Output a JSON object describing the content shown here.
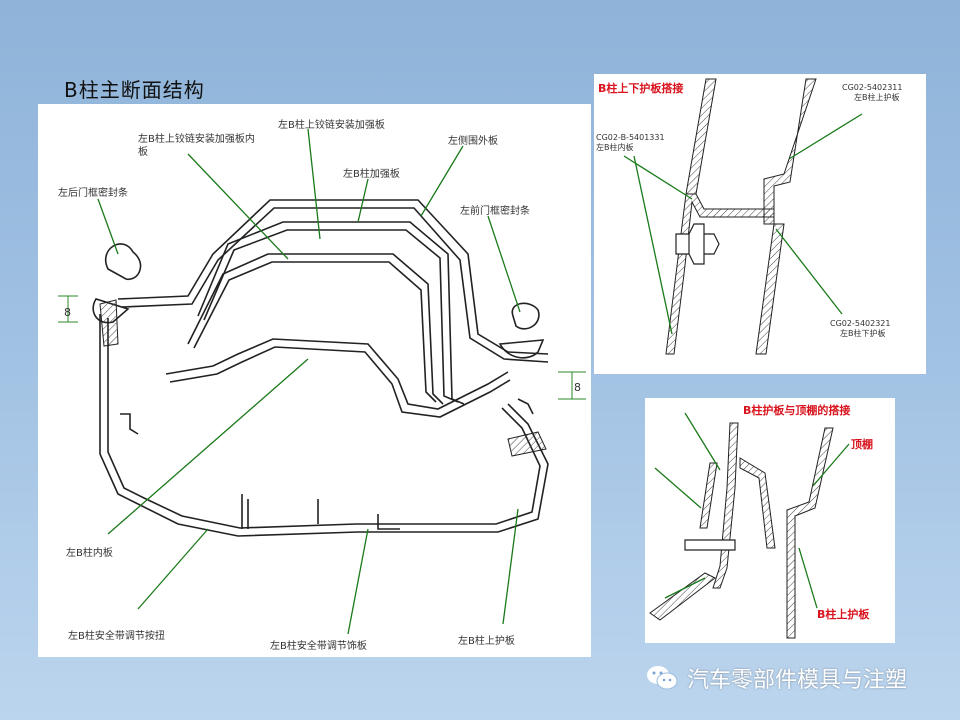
{
  "title": "B柱主断面结构",
  "main_labels": {
    "reinf_hinge_inner": "左B柱上铰链安装加强板内",
    "reinf_hinge_inner2": "板",
    "reinf_hinge": "左B柱上铰链安装加强板",
    "side_outer": "左侧围外板",
    "b_reinf": "左B柱加强板",
    "rear_seal": "左后门框密封条",
    "front_seal": "左前门框密封条",
    "b_inner": "左B柱内板",
    "belt_knob": "左B柱安全带调节按扭",
    "belt_trim": "左B柱安全带调节饰板",
    "b_upper_trim": "左B柱上护板",
    "dim_left": "8",
    "dim_right": "8"
  },
  "tr_labels": {
    "heading": "B柱上下护板搭接",
    "p1_code": "CG02-5402311",
    "p1_name": "左B柱上护板",
    "p2_code": "CG02-B-5401331",
    "p2_name": "左B柱内板",
    "p3_code": "CG02-5402321",
    "p3_name": "左B柱下护板"
  },
  "br_labels": {
    "heading": "B柱护板与顶棚的搭接",
    "headliner": "顶棚",
    "upper_trim": "B柱上护板"
  },
  "watermark": "汽车零部件模具与注塑",
  "colors": {
    "leader": "#1a7a1a",
    "heading_red": "#d9141e"
  }
}
